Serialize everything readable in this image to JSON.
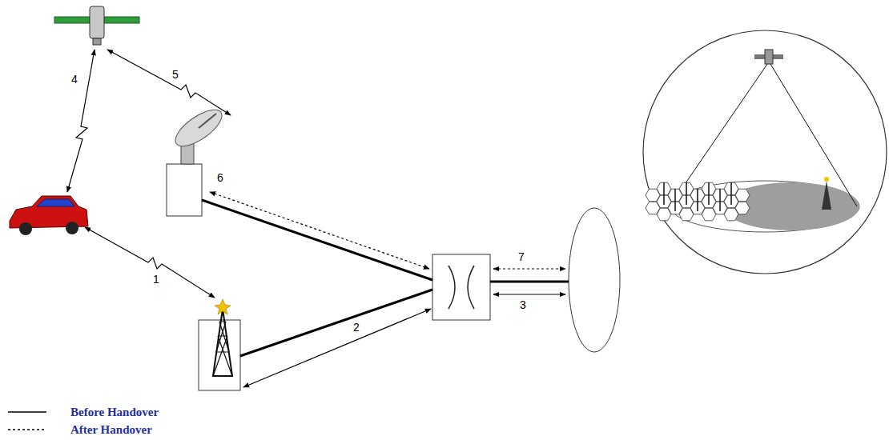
{
  "diagram": {
    "labels": [
      "4",
      "5",
      "6",
      "7",
      "1",
      "3",
      "2"
    ],
    "legend": [
      {
        "text": "Before Handover"
      },
      {
        "text": "After Handover"
      }
    ]
  }
}
